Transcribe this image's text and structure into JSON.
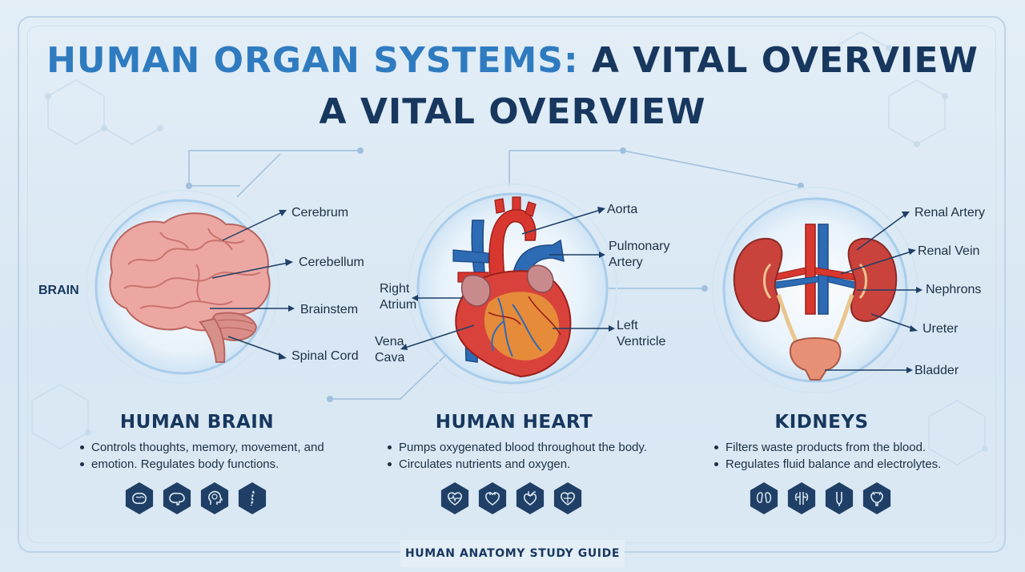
{
  "title": {
    "part1": "HUMAN ORGAN SYSTEMS:",
    "part2": "A VITAL OVERVIEW",
    "line2": "A VITAL OVERVIEW"
  },
  "brain": {
    "side_label": "BRAIN",
    "labels": [
      "Cerebrum",
      "Cerebellum",
      "Brainstem",
      "Spinal Cord"
    ],
    "heading": "HUMAN BRAIN",
    "bullets": [
      "Controls thoughts, memory, movement, and",
      "emotion. Regulates body functions."
    ],
    "icons": [
      "brain-icon",
      "brain-side-icon",
      "head-brain-icon",
      "spine-icon"
    ]
  },
  "heart": {
    "labels": [
      "Aorta",
      "Pulmonary",
      "Artery",
      "Right",
      "Atrium",
      "Vena",
      "Cava",
      "Left",
      "Ventricle"
    ],
    "heading": "HUMAN HEART",
    "bullets": [
      "Pumps oxygenated blood throughout the body.",
      "Circulates nutrients and oxygen."
    ],
    "icons": [
      "heart-ecg-icon",
      "heart-icon",
      "heart-vessels-icon",
      "heart-chambers-icon"
    ]
  },
  "kidneys": {
    "labels": [
      "Renal Artery",
      "Renal Vein",
      "Nephrons",
      "Ureter",
      "Bladder"
    ],
    "heading": "KIDNEYS",
    "bullets": [
      "Filters waste products from the blood.",
      "Regulates fluid balance and electrolytes."
    ],
    "icons": [
      "kidney-pair-icon",
      "kidney-icon",
      "ureter-icon",
      "bladder-icon"
    ]
  },
  "footer": "HUMAN ANATOMY STUDY GUIDE",
  "colors": {
    "navy": "#17375e",
    "accent_blue": "#2f7bc0",
    "brain_pink": "#e9a3a0",
    "heart_red": "#d8372f",
    "vessel_blue": "#2e6bb5",
    "kidney_red": "#c9423c",
    "bladder": "#e79076",
    "icon_bg": "#1f3f66"
  }
}
